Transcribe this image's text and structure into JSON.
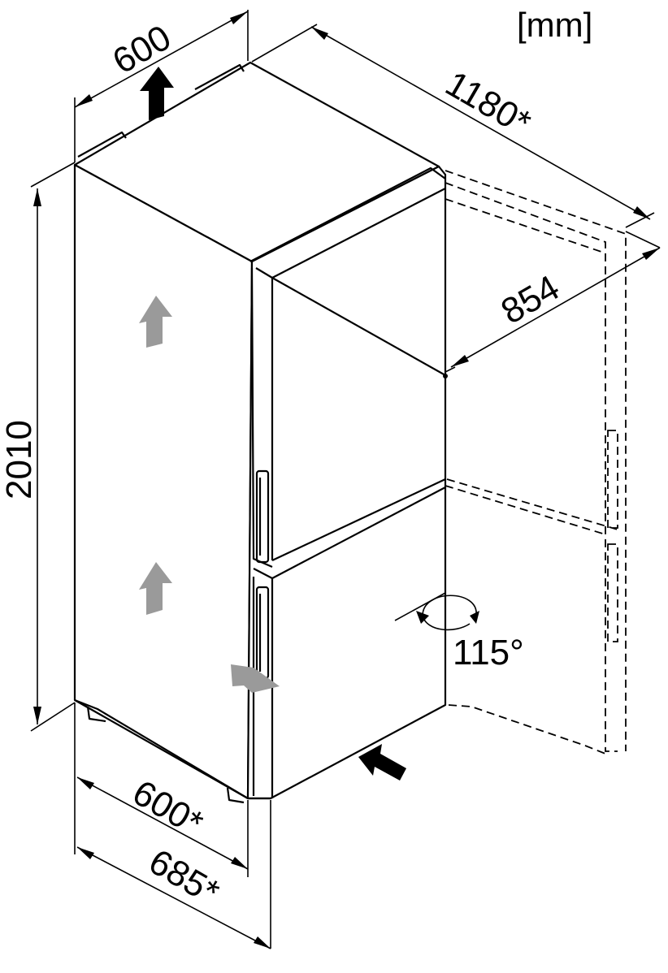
{
  "unit_label": "[mm]",
  "dimensions": {
    "width_top": "600",
    "depth_door_open": "1180*",
    "depth_door": "854",
    "height": "2010",
    "width_bottom": "600*",
    "depth_bottom": "685*",
    "door_angle": "115°"
  },
  "colors": {
    "line": "#000000",
    "arrow_grey": "#9a9a9a",
    "background": "#ffffff"
  }
}
